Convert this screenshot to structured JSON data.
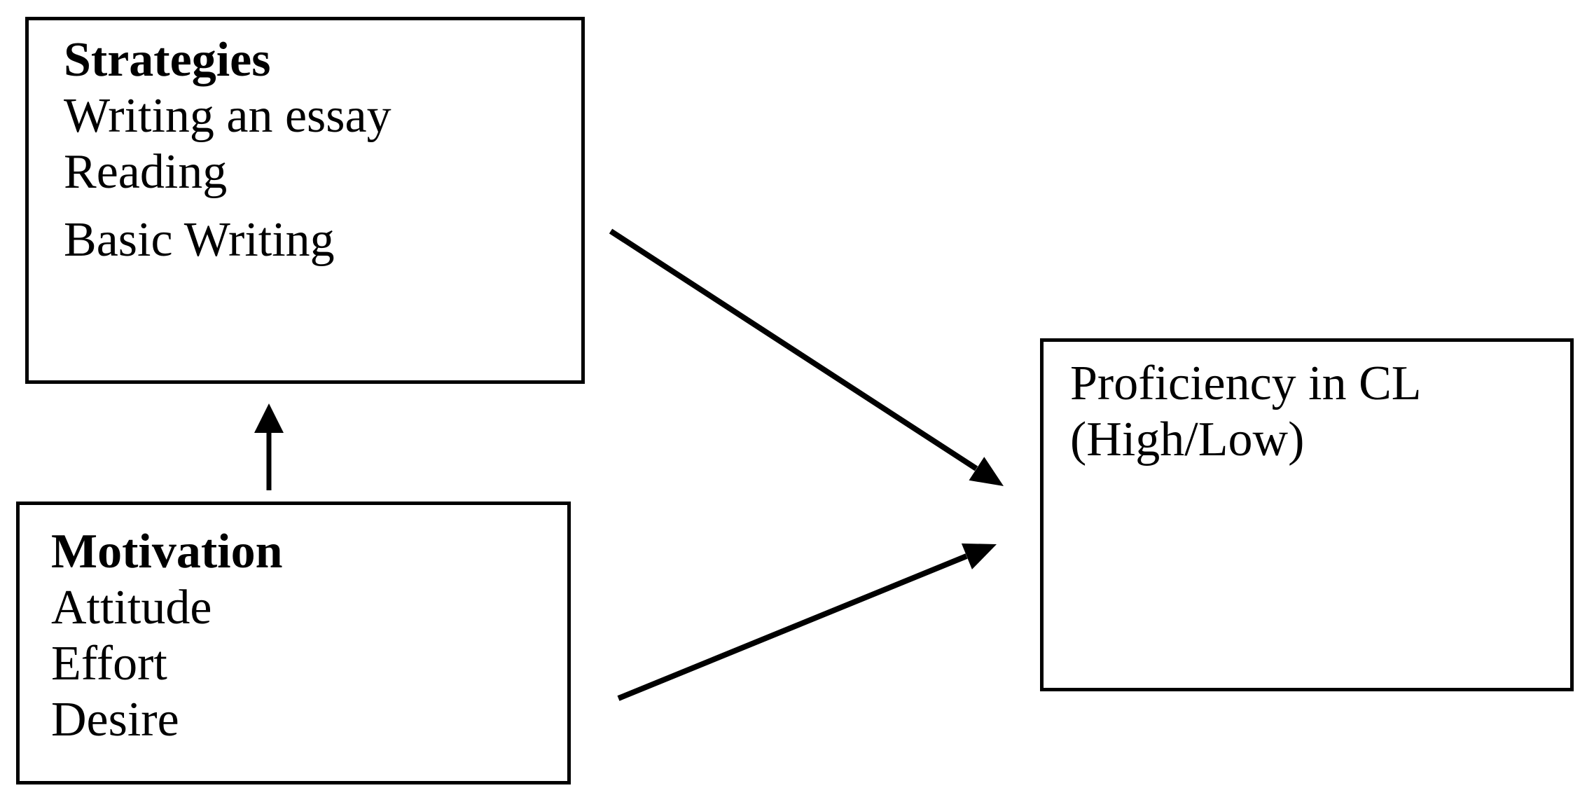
{
  "colors": {
    "ink": "#000000",
    "background": "#ffffff"
  },
  "boxes": {
    "strategies": {
      "title": "Strategies",
      "items": [
        "Writing an essay",
        "Reading",
        "Basic Writing"
      ]
    },
    "motivation": {
      "title": "Motivation",
      "items": [
        "Attitude",
        "Effort",
        "Desire"
      ]
    },
    "outcome": {
      "lines": [
        "Proficiency in CL",
        "(High/Low)"
      ]
    }
  },
  "arrows": [
    {
      "name": "motivation-to-strategies"
    },
    {
      "name": "strategies-to-outcome"
    },
    {
      "name": "motivation-to-outcome"
    }
  ]
}
